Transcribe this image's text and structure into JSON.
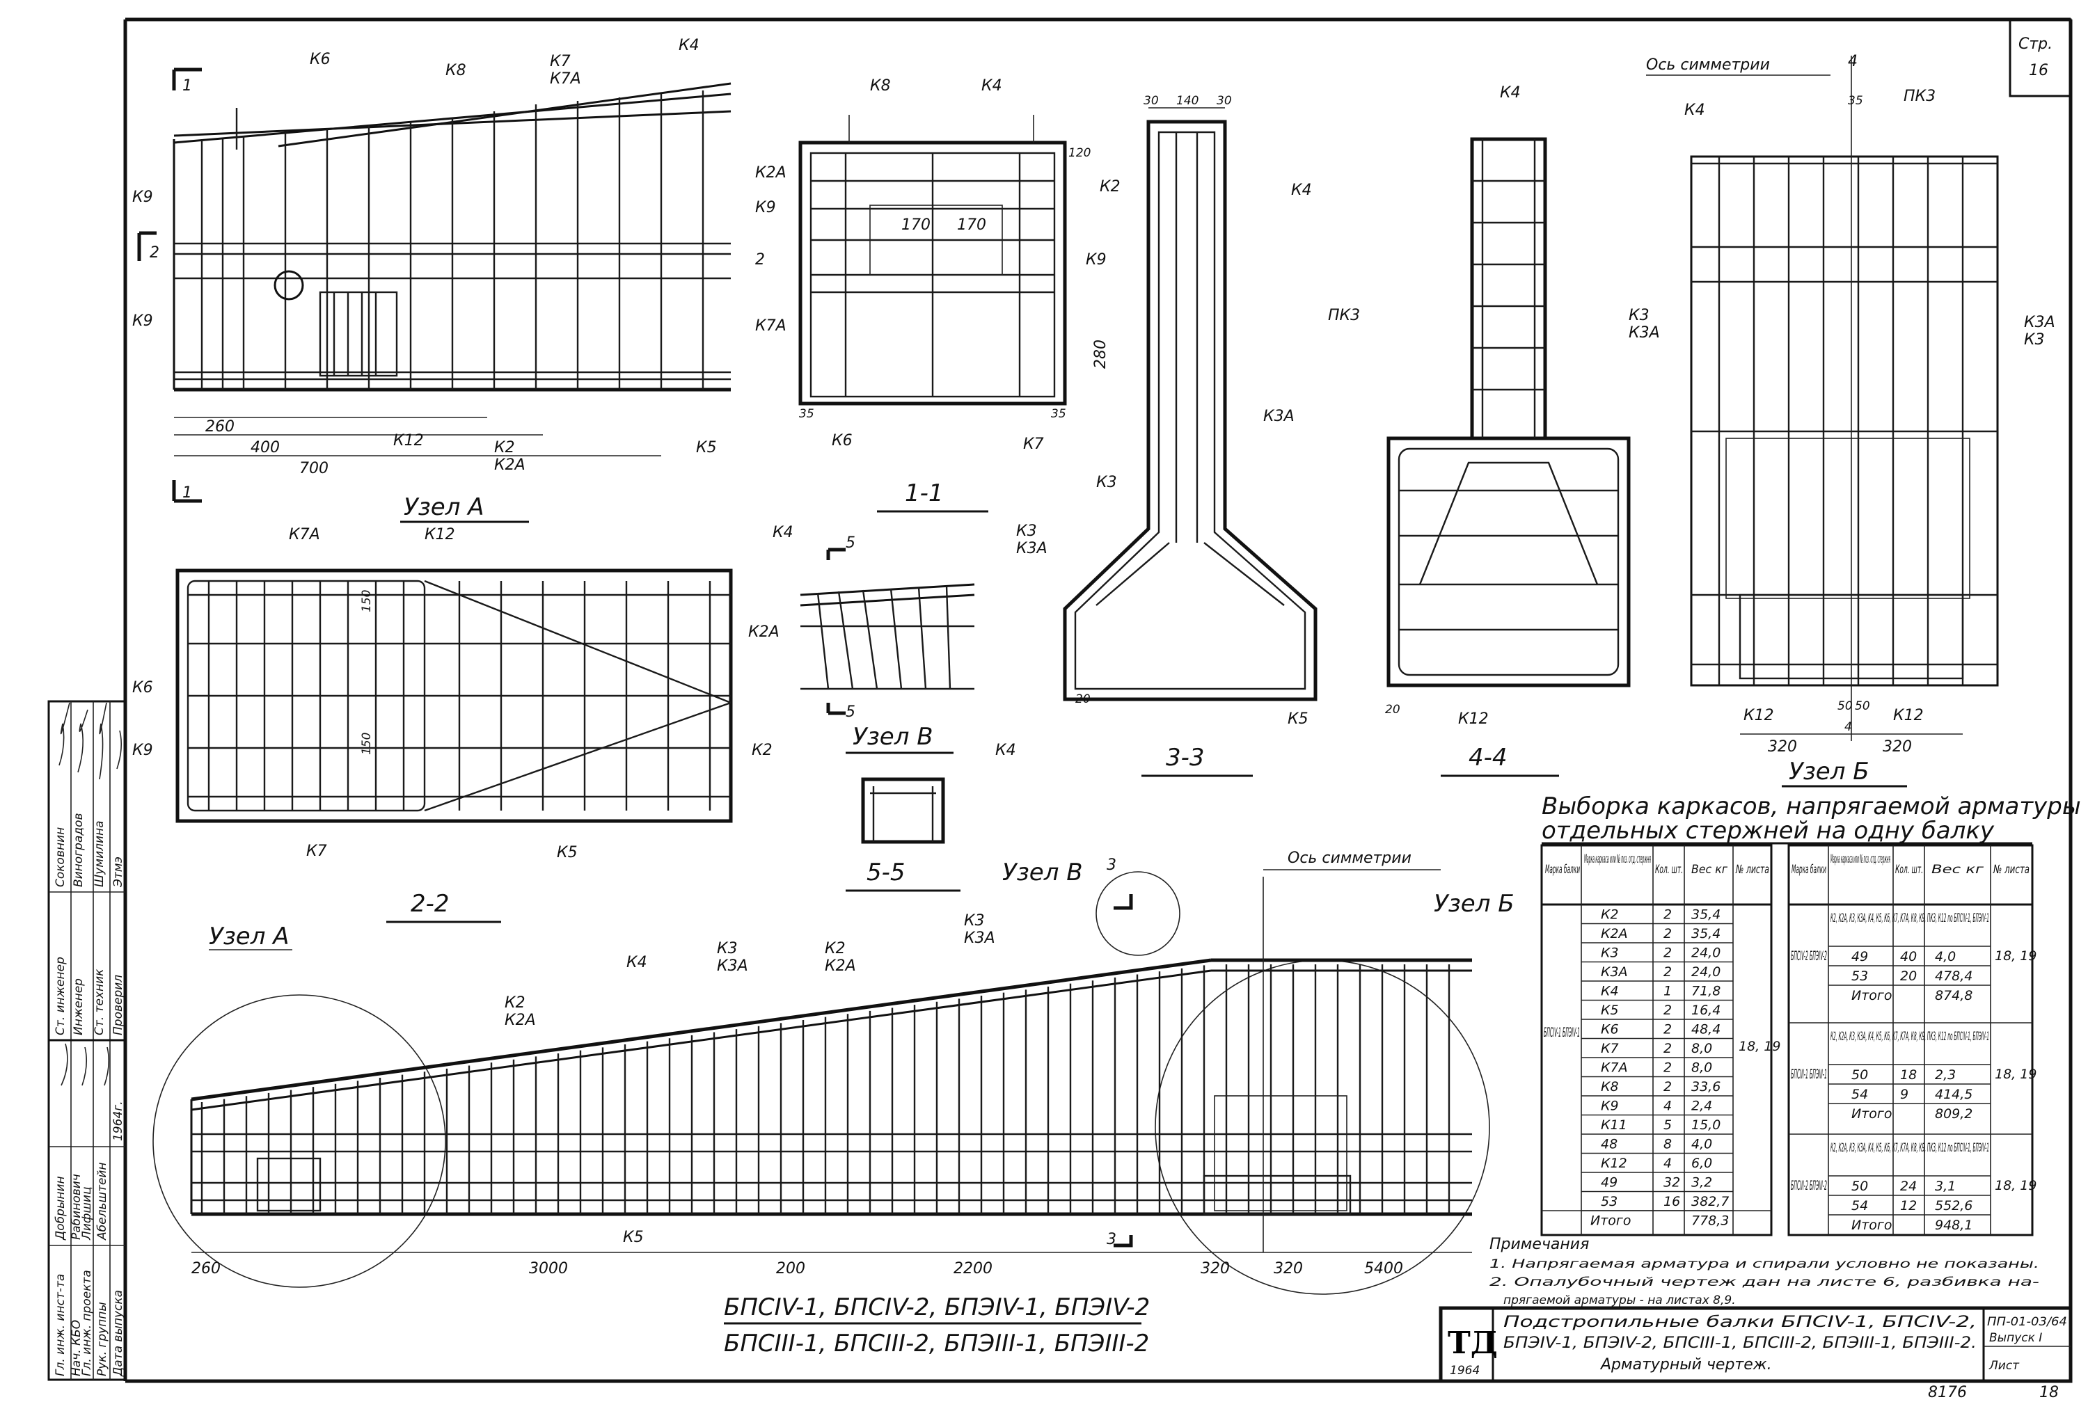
{
  "sheet": {
    "page_label": "Стр.",
    "page_no": "16",
    "series_code": "ПП-01-03/64",
    "issue": "Выпуск I",
    "sheet_label": "Лист",
    "sheet_no": "18",
    "archive_no": "8176",
    "logo_text": "ТД",
    "logo_year": "1964"
  },
  "title_block": {
    "title_line1": "Подстропильные балки БПСIV-1, БПСIV-2,",
    "title_line2": "БПЭIV-1, БПЭIV-2, БПСIII-1, БПСIII-2, БПЭIII-1, БПЭIII-2.",
    "title_line3": "Арматурный чертеж."
  },
  "stamp": {
    "roles": [
      "Гл. инж. инст-та",
      "Нач. КБО",
      "Гл. инж. проекта",
      "Рук. группы",
      "Дата выпуска",
      "Ст. инженер",
      "Инженер",
      "Ст. техник",
      "Проверил"
    ],
    "names": [
      "Добрынин",
      "Рабинович",
      "Лифшиц",
      "Абельштейн",
      "1964г.",
      "Соковнин",
      "Виноградов",
      "Шумилина",
      "Этмэ"
    ]
  },
  "views": {
    "uzel_a": "Узел А",
    "uzel_b": "Узел Б",
    "uzel_v": "Узел В",
    "sec_1_1": "1-1",
    "sec_2_2": "2-2",
    "sec_3_3": "3-3",
    "sec_4_4": "4-4",
    "sec_5_5": "5-5",
    "axis_sym": "Ось симметрии",
    "elev_caption1": "БПСIV-1, БПСIV-2, БПЭIV-1, БПЭIV-2",
    "elev_caption2": "БПСIII-1, БПСIII-2, БПЭIII-1, БПЭIII-2"
  },
  "marks": {
    "k2": "К2",
    "k2a": "К2А",
    "k3": "К3",
    "k3a": "К3А",
    "k4": "К4",
    "k5": "К5",
    "k6": "К6",
    "k7": "К7",
    "k7a": "К7А",
    "k8": "К8",
    "k9": "К9",
    "k12": "К12",
    "pk3": "ПК3"
  },
  "dims": {
    "d260": "260",
    "d400": "400",
    "d700": "700",
    "d280": "280",
    "d170a": "170",
    "d170b": "170",
    "d35": "35",
    "d120": "120",
    "d30": "30",
    "d140": "140",
    "d20": "20",
    "d150": "150",
    "d320": "320",
    "d50": "50",
    "d4": "4",
    "d3000": "3000",
    "d200": "200",
    "d2200": "2200",
    "d5400": "5400",
    "cut1": "1",
    "cut2": "2",
    "cut3": "3",
    "cut4": "4",
    "cut5": "5"
  },
  "spec": {
    "title_line1": "Выборка каркасов, напрягаемой арматуры и",
    "title_line2": "отдельных стержней на одну балку",
    "head": {
      "mark": "Марка балки",
      "frame": "Марка каркаса или № поз. отд. стержня",
      "qty": "Кол. шт.",
      "weight": "Вес кг",
      "sheet": "№ листа"
    },
    "left_beam": "БПСIV-1 БПЭIV-1",
    "left_sheets": "18, 19",
    "left_rows": [
      {
        "pos": "К2",
        "qty": "2",
        "w": "35,4"
      },
      {
        "pos": "К2А",
        "qty": "2",
        "w": "35,4"
      },
      {
        "pos": "К3",
        "qty": "2",
        "w": "24,0"
      },
      {
        "pos": "К3А",
        "qty": "2",
        "w": "24,0"
      },
      {
        "pos": "К4",
        "qty": "1",
        "w": "71,8"
      },
      {
        "pos": "К5",
        "qty": "2",
        "w": "16,4"
      },
      {
        "pos": "К6",
        "qty": "2",
        "w": "48,4"
      },
      {
        "pos": "К7",
        "qty": "2",
        "w": "8,0"
      },
      {
        "pos": "К7А",
        "qty": "2",
        "w": "8,0"
      },
      {
        "pos": "К8",
        "qty": "2",
        "w": "33,6"
      },
      {
        "pos": "К9",
        "qty": "4",
        "w": "2,4"
      },
      {
        "pos": "К11",
        "qty": "5",
        "w": "15,0"
      },
      {
        "pos": "48",
        "qty": "8",
        "w": "4,0"
      },
      {
        "pos": "К12",
        "qty": "4",
        "w": "6,0"
      },
      {
        "pos": "49",
        "qty": "32",
        "w": "3,2"
      },
      {
        "pos": "53",
        "qty": "16",
        "w": "382,7"
      }
    ],
    "left_total_label": "Итого",
    "left_total": "778,3",
    "right_groups": [
      {
        "beam": "БПСIV-2 БПЭIV-2",
        "note": "К2, К2А, К3, К3А, К4, К5, К6, К7, К7А, К8, К9, ПК3, К12 по БПСIV-1, БПЭIV-1",
        "rows": [
          {
            "pos": "49",
            "qty": "40",
            "w": "4,0"
          },
          {
            "pos": "53",
            "qty": "20",
            "w": "478,4"
          }
        ],
        "total_label": "Итого",
        "total": "874,8",
        "sheets": "18, 19"
      },
      {
        "beam": "БПСIII-1 БПЭIII-1",
        "note": "К2, К2А, К3, К3А, К4, К5, К6, К7, К7А, К8, К9, ПК3, К12 по БПСIV-1, БПЭIV-1",
        "rows": [
          {
            "pos": "50",
            "qty": "18",
            "w": "2,3"
          },
          {
            "pos": "54",
            "qty": "9",
            "w": "414,5"
          }
        ],
        "total_label": "Итого",
        "total": "809,2",
        "sheets": "18, 19"
      },
      {
        "beam": "БПСIII-2 БПЭIII-2",
        "note": "К2, К2А, К3, К3А, К4, К5, К6, К7, К7А, К8, К9, ПК3, К12 по БПСIV-1, БПЭIV-1",
        "rows": [
          {
            "pos": "50",
            "qty": "24",
            "w": "3,1"
          },
          {
            "pos": "54",
            "qty": "12",
            "w": "552,6"
          }
        ],
        "total_label": "Итого",
        "total": "948,1",
        "sheets": "18, 19"
      }
    ]
  },
  "notes": {
    "title": "Примечания",
    "n1": "1. Напрягаемая арматура и спирали условно не показаны.",
    "n2": "2. Опалубочный чертеж дан на листе 6, разбивка на-",
    "n3": "прягаемой арматуры - на листах 8,9."
  }
}
